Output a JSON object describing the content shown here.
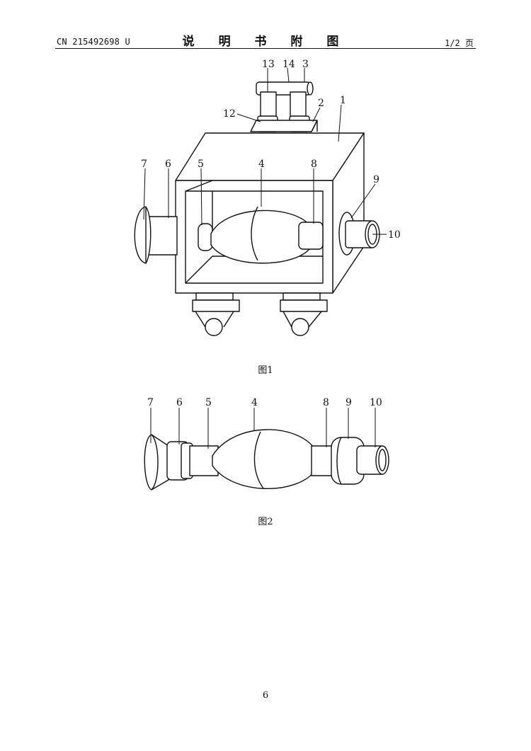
{
  "header": {
    "publication_number": "CN 215492698 U",
    "title": "说 明 书 附 图",
    "page_of": "1/2 页"
  },
  "figure1": {
    "caption": "图1",
    "labels": {
      "l1": "1",
      "l2": "2",
      "l3": "3",
      "l4": "4",
      "l5": "5",
      "l6": "6",
      "l7": "7",
      "l8": "8",
      "l9": "9",
      "l10": "10",
      "l12": "12",
      "l13": "13",
      "l14": "14"
    }
  },
  "figure2": {
    "caption": "图2",
    "labels": {
      "l4": "4",
      "l5": "5",
      "l6": "6",
      "l7": "7",
      "l8": "8",
      "l9": "9",
      "l10": "10"
    }
  },
  "footer": {
    "page_number": "6"
  }
}
